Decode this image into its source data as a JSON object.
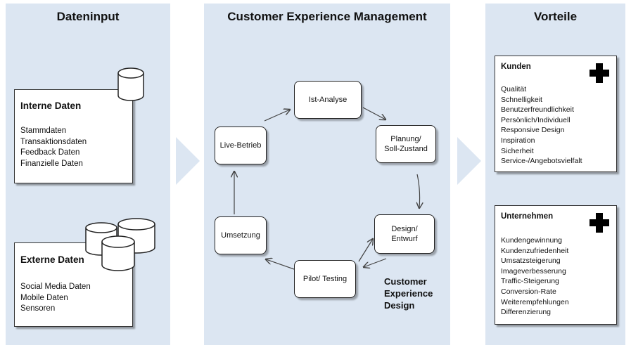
{
  "panels": {
    "left_title": "Dateninput",
    "middle_title": "Customer Experience Management",
    "right_title": "Vorteile"
  },
  "internal": {
    "title": "Interne Daten",
    "items": [
      "Stammdaten",
      "Transaktionsdaten",
      "Feedback Daten",
      "Finanzielle Daten"
    ]
  },
  "external": {
    "title": "Externe Daten",
    "items": [
      "Social Media Daten",
      "Mobile Daten",
      "Sensoren"
    ]
  },
  "cycle": {
    "nodes": {
      "ist": "Ist-Analyse",
      "planung": "Planung/\nSoll-Zustand",
      "design": "Design/\nEntwurf",
      "pilot": "Pilot/ Testing",
      "umsetzung": "Umsetzung",
      "live": "Live-Betrieb"
    },
    "label": "Customer\nExperience\nDesign"
  },
  "kunden": {
    "title": "Kunden",
    "items": [
      "Qualität",
      "Schnelligkeit",
      "Benutzerfreundlichkeit",
      "Persönlich/Individuell",
      "Responsive Design",
      "Inspiration",
      "Sicherheit",
      "Service-/Angebotsvielfalt"
    ]
  },
  "unternehmen": {
    "title": "Unternehmen",
    "items": [
      "Kundengewinnung",
      "Kundenzufriedenheit",
      "Umsatzsteigerung",
      "Imageverbesserung",
      "Traffic-Steigerung",
      "Conversion-Rate",
      "Weiterempfehlungen",
      "Differenzierung"
    ]
  },
  "icons": {
    "database": "database-cylinder-icon",
    "plus": "plus-icon"
  }
}
